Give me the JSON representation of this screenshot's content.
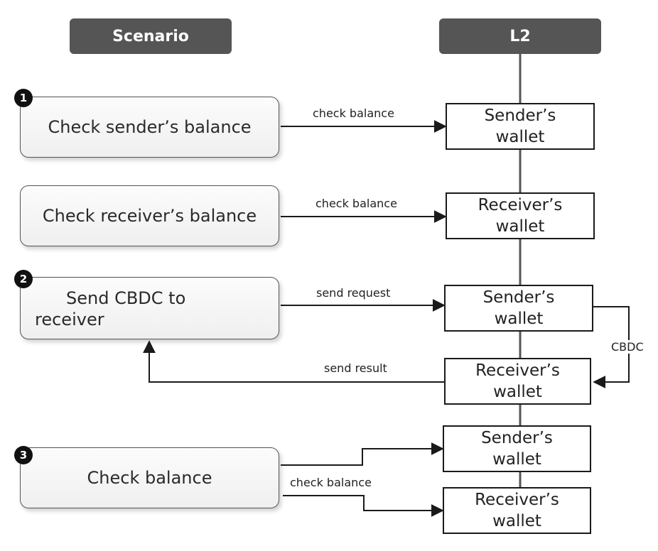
{
  "headers": {
    "left": "Scenario",
    "right": "L2"
  },
  "steps": [
    {
      "badge": "1",
      "box": "Check sender’s balance",
      "edge": "check balance",
      "wallet": [
        "Sender’s",
        "wallet"
      ]
    },
    {
      "box": "Check receiver’s balance",
      "edge": "check balance",
      "wallet": [
        "Receiver’s",
        "wallet"
      ]
    },
    {
      "badge": "2",
      "box": [
        "Send CBDC to",
        "receiver"
      ],
      "edge_request": "send request",
      "wallet_sender": [
        "Sender’s",
        "wallet"
      ],
      "transfer": "CBDC",
      "wallet_receiver": [
        "Receiver’s",
        "wallet"
      ],
      "edge_result": "send result"
    },
    {
      "badge": "3",
      "box": "Check balance",
      "edge": "check balance",
      "wallet_sender": [
        "Sender’s",
        "wallet"
      ],
      "wallet_receiver": [
        "Receiver’s",
        "wallet"
      ]
    }
  ],
  "colors": {
    "header_bg": "#555555",
    "line": "#1a1a1a",
    "timeline": "#555555"
  }
}
